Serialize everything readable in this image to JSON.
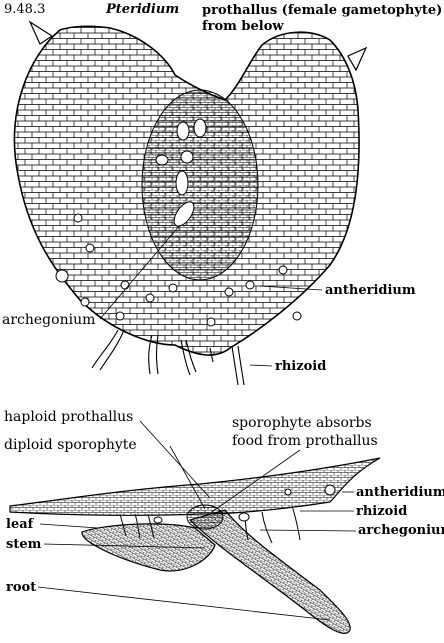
{
  "figure": {
    "id": "9.48.3",
    "genus": "Pteridium",
    "title_line1": "prothallus (female gametophyte)",
    "title_line2": "from below"
  },
  "upper_labels": {
    "antheridium": "antheridium",
    "archegonium": "archegonium",
    "rhizoid": "rhizoid"
  },
  "lower_labels": {
    "haploid_prothallus": "haploid prothallus",
    "diploid_sporophyte": "diploid sporophyte",
    "sporophyte_absorbs_line1": "sporophyte absorbs",
    "sporophyte_absorbs_line2": "food from prothallus",
    "antheridium": "antheridium",
    "rhizoid": "rhizoid",
    "archegonium": "archegonium",
    "leaf": "leaf",
    "stem": "stem",
    "root": "root"
  }
}
